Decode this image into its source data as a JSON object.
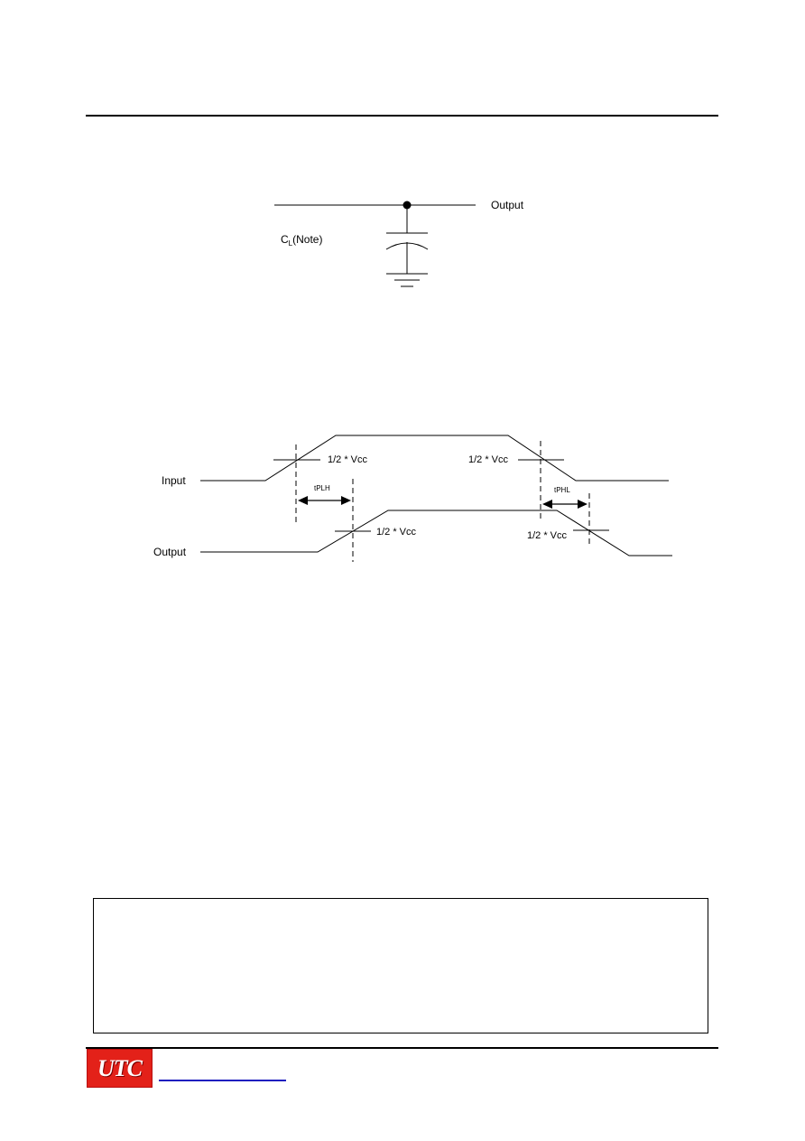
{
  "circuit": {
    "output_label": "Output",
    "cap_label_main": "C",
    "cap_label_sub": "L",
    "cap_label_note": "(Note)"
  },
  "waveform": {
    "input_label": "Input",
    "output_label": "Output",
    "threshold_label": "1/2 * Vcc",
    "tplh_label": "tPLH",
    "tphl_label": "tPHL"
  },
  "footer": {
    "logo_text": "UTC"
  },
  "colors": {
    "logo_red": "#e32119",
    "link_blue": "#1f1fbf"
  }
}
